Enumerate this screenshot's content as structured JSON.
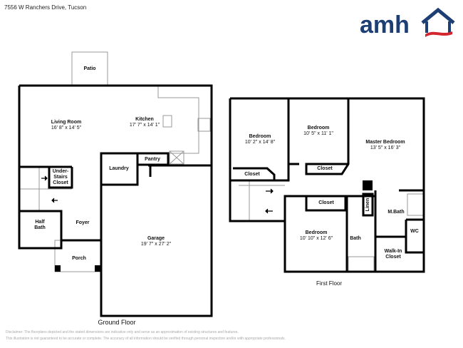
{
  "header": {
    "address": "7556 W Ranchers Drive, Tucson"
  },
  "logo": {
    "text": "amh",
    "colors": {
      "blue": "#1d3f73",
      "red": "#d3262e"
    }
  },
  "ground_floor": {
    "title": "Ground Floor",
    "rooms": [
      {
        "name": "Patio"
      },
      {
        "name": "Living Room",
        "size": "16' 8\" x 14' 5\""
      },
      {
        "name": "Kitchen",
        "size": "17' 7\" x 14' 1\""
      },
      {
        "name": "Pantry"
      },
      {
        "name": "Laundry"
      },
      {
        "name": "Under-Stairs Closet"
      },
      {
        "name": "Half Bath"
      },
      {
        "name": "Foyer"
      },
      {
        "name": "Porch"
      },
      {
        "name": "Garage",
        "size": "19' 7\" x 27' 2\""
      }
    ]
  },
  "first_floor": {
    "title": "First Floor",
    "rooms": [
      {
        "name": "Bedroom",
        "size": "10' 2\" x 14' 8\""
      },
      {
        "name": "Bedroom",
        "size": "10' 5\" x 11' 1\""
      },
      {
        "name": "Master Bedroom",
        "size": "13' 5\" x 16' 3\""
      },
      {
        "name": "Closet"
      },
      {
        "name": "Closet"
      },
      {
        "name": "Closet"
      },
      {
        "name": "Linen"
      },
      {
        "name": "M.Bath"
      },
      {
        "name": "WC"
      },
      {
        "name": "Bedroom",
        "size": "10' 10\" x 12' 6\""
      },
      {
        "name": "Bath"
      },
      {
        "name": "Walk-In Closet"
      }
    ]
  },
  "disclaimer": [
    "Disclaimer: The floorplans depicted and the stated dimensions are indicative only and serve as an approximation of existing structures and features.",
    "This illustration is not guaranteed to be accurate or complete. The accuracy of all information should be verified through personal inspection and/or with appropriate professionals."
  ]
}
